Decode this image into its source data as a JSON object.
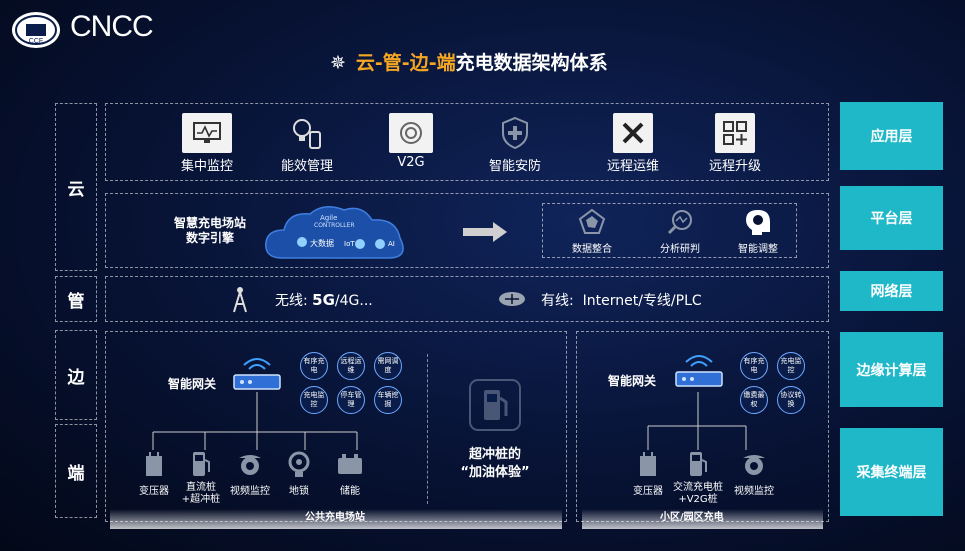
{
  "header": {
    "logo_text": "CNCC",
    "title_highlight": "云-管-边-端",
    "title_rest": "充电数据架构体系"
  },
  "side_labels": [
    "云",
    "管",
    "边",
    "端"
  ],
  "layers": [
    "应用层",
    "平台层",
    "网络层",
    "边缘计算层",
    "采集终端层"
  ],
  "apps": [
    "集中监控",
    "能效管理",
    "V2G",
    "智能安防",
    "远程运维",
    "远程升级"
  ],
  "platform": {
    "engine_line1": "智慧充电场站",
    "engine_line2": "数字引擎",
    "cloud_top": "Agile",
    "cloud_sub": "CONTROLLER",
    "cloud_bigdata": "大数据",
    "cloud_iot": "IoT",
    "cloud_ai": "AI",
    "features": [
      "数据整合",
      "分析研判",
      "智能调整"
    ]
  },
  "network": {
    "wireless_prefix": "无线: ",
    "wireless_bold": "5G",
    "wireless_suffix": "/4G...",
    "wired": "有线:  Internet/专线/PLC"
  },
  "edge_public": {
    "gateway": "智能网关",
    "bubbles": [
      "有序充电",
      "远程运维",
      "需网调度",
      "充电监控",
      "停车管理",
      "车辆挖掘"
    ],
    "devices": [
      "变压器",
      "直流桩\n+超冲桩",
      "视频监控",
      "地锁",
      "储能"
    ],
    "base": "公共充电场站"
  },
  "super_charge": {
    "line1": "超冲桩的",
    "line2": "“加油体验”"
  },
  "edge_community": {
    "gateway": "智能网关",
    "bubbles": [
      "有序充电",
      "充电监控",
      "缴费最权",
      "协议转换"
    ],
    "devices": [
      "变压器",
      "交流充电桩\n+V2G桩",
      "视频监控"
    ],
    "base": "小区/园区充电"
  },
  "colors": {
    "accent": "#f5a623",
    "layer": "#1fb8c9"
  }
}
